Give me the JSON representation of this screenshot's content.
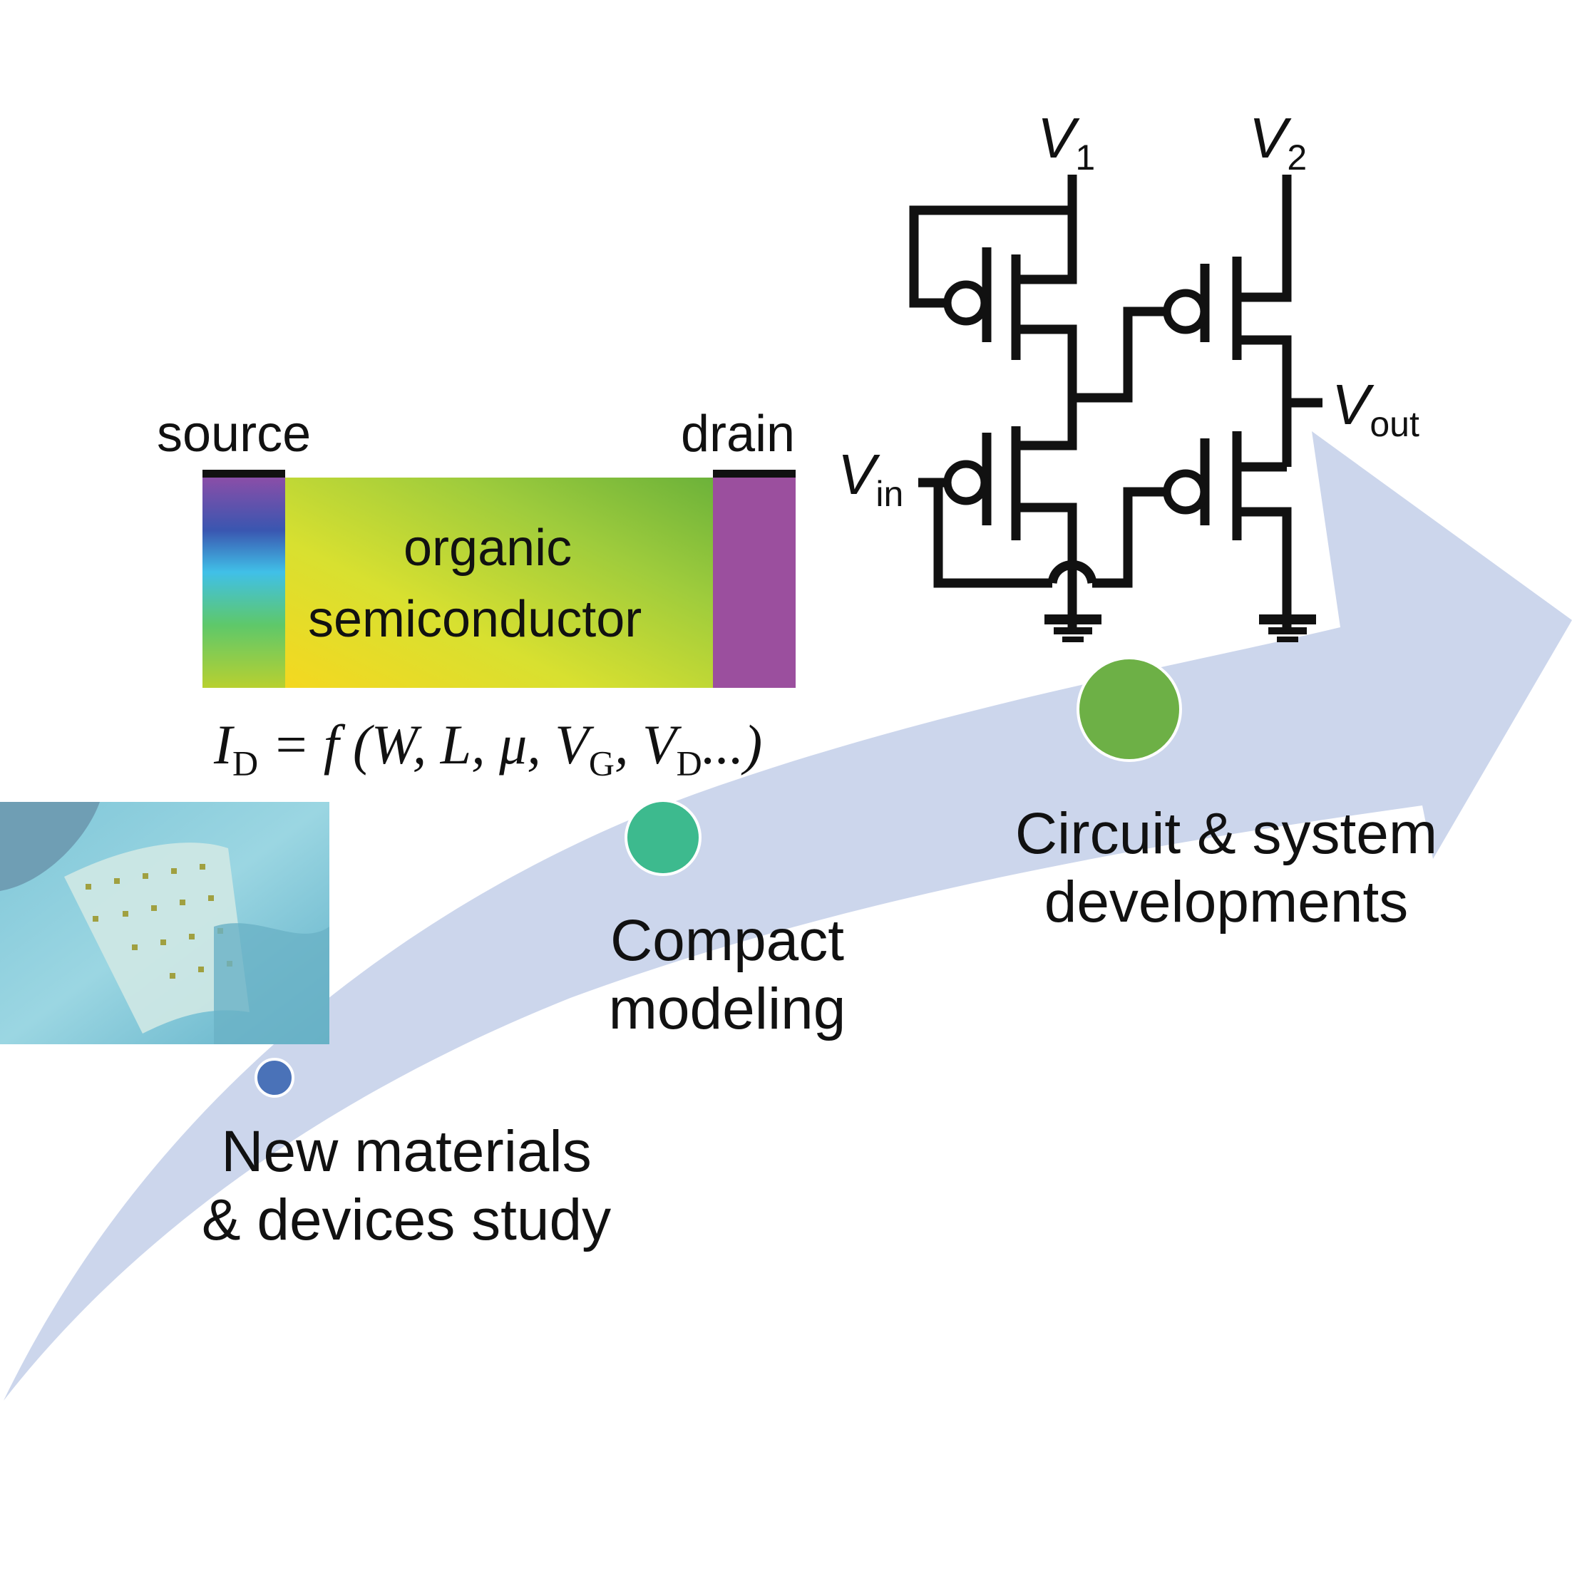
{
  "stages": [
    {
      "line1": "New materials",
      "line2": "& devices study",
      "color": "#4a72b8"
    },
    {
      "line1": "Compact",
      "line2": "modeling",
      "color": "#3dba8e"
    },
    {
      "line1": "Circuit & system",
      "line2": "developments",
      "color": "#6db046"
    }
  ],
  "device": {
    "source_label": "source",
    "drain_label": "drain",
    "channel_line1": "organic",
    "channel_line2": "semiconductor",
    "electrode_color": "#9b4f9e"
  },
  "equation": {
    "lhs": "I",
    "lhs_sub": "D",
    "rhs_a": " = f (W, L, μ, V",
    "sub_g": "G",
    "sep": ", V",
    "sub_d": "D",
    "tail": "...)"
  },
  "circuit": {
    "v1": "V",
    "v1_sub": "1",
    "v2": "V",
    "v2_sub": "2",
    "vin": "V",
    "vin_sub": "in",
    "vout": "V",
    "vout_sub": "out"
  },
  "colors": {
    "arrow": "#ccd6ec",
    "wire": "#111111"
  }
}
